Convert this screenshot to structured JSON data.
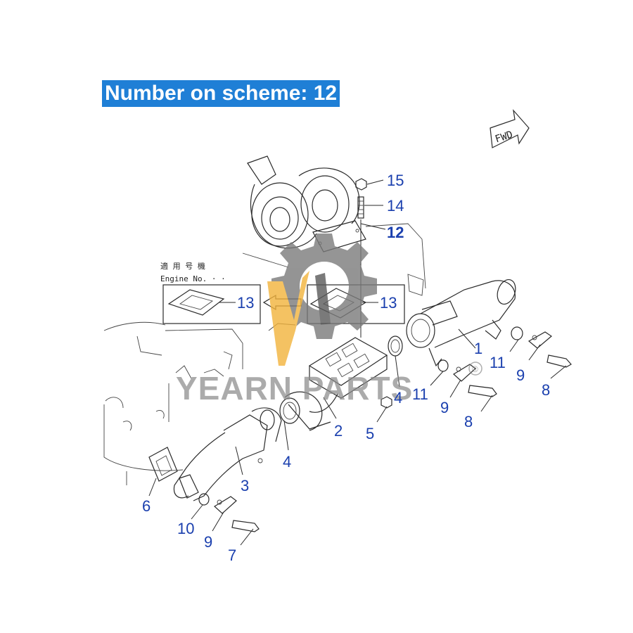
{
  "banner": {
    "text": "Number on scheme: 12",
    "color": "#1f7fd6"
  },
  "fwd_label": "FWD",
  "note_box": {
    "japanese": "適 用 号 機",
    "engine_no": "Engine No.   ·  ·"
  },
  "watermark": {
    "text": "YEARN PARTS",
    "registered": "®"
  },
  "callouts": {
    "c15": "15",
    "c14": "14",
    "c12": "12",
    "c13a": "13",
    "c13b": "13",
    "c1": "1",
    "c11a": "11",
    "c9a": "9",
    "c8a": "8",
    "c11b": "11",
    "c9b": "9",
    "c8b": "8",
    "c4a": "4",
    "c2": "2",
    "c5": "5",
    "c4b": "4",
    "c3": "3",
    "c6": "6",
    "c10": "10",
    "c9c": "9",
    "c7": "7"
  },
  "colors": {
    "callout": "#1a3fae",
    "watermark_gray": "#8c8c8c",
    "watermark_orange": "#f2b33c"
  }
}
